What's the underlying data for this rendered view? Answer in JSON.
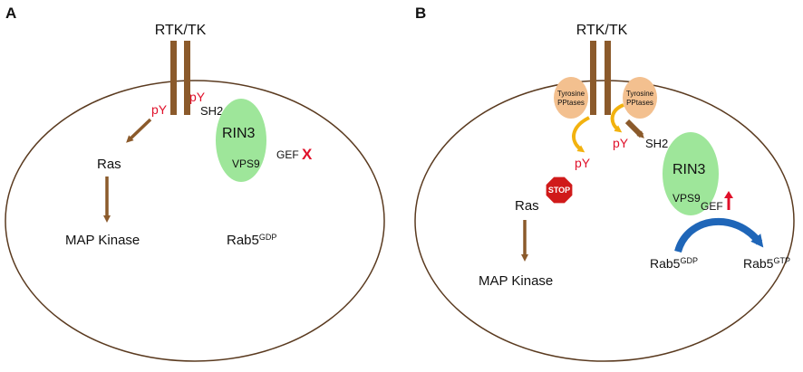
{
  "panel_a": {
    "letter": "A",
    "receptor": "RTK/TK",
    "py_left": "pY",
    "py_right": "pY",
    "sh2": "SH2",
    "rin3": "RIN3",
    "vps9": "VPS9",
    "gef": "GEF",
    "gef_mark": "X",
    "ras": "Ras",
    "map_kinase": "MAP Kinase",
    "rab5": "Rab5",
    "rab5_sup": "GDP"
  },
  "panel_b": {
    "letter": "B",
    "receptor": "RTK/TK",
    "ptpase_left_line1": "Tyrosine",
    "ptpase_left_line2": "PPtases",
    "ptpase_right_line1": "Tyrosine",
    "ptpase_right_line2": "PPtases",
    "py_left": "pY",
    "py_right": "pY",
    "sh2": "SH2",
    "stop": "STOP",
    "ras": "Ras",
    "map_kinase": "MAP Kinase",
    "rin3": "RIN3",
    "vps9": "VPS9",
    "gef": "GEF",
    "rab5_gdp": "Rab5",
    "rab5_gdp_sup": "GDP",
    "rab5_gtp": "Rab5",
    "rab5_gtp_sup": "GTP"
  },
  "colors": {
    "receptor": "#8b5a2b",
    "arrow_brown": "#8b5a2b",
    "rin3_fill": "#9ee69a",
    "ptpase_fill": "#f3c08f",
    "py_red": "#e0102a",
    "arrow_orange": "#f2b20f",
    "arrow_blue": "#1f66b8",
    "stop_red": "#d01a1a",
    "cell_outline": "#5a3a1f"
  }
}
